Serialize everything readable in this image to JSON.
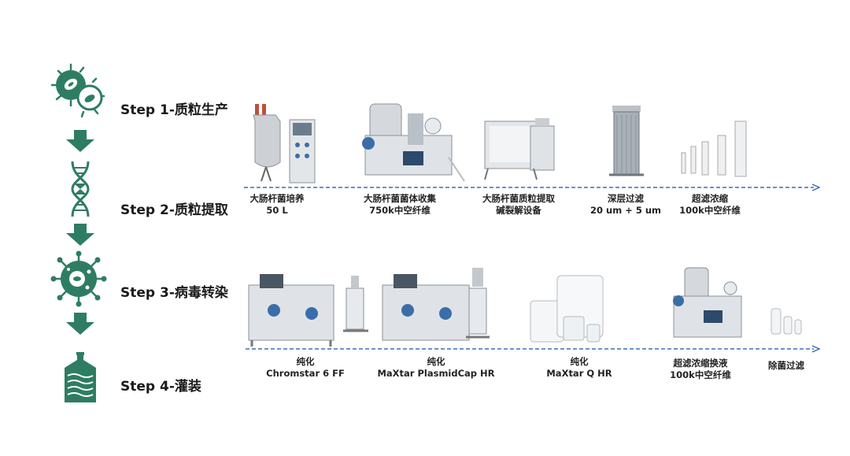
{
  "colors": {
    "teal": "#2e7d63",
    "line": "#3a6fb5",
    "steel": "#c9ccd0"
  },
  "steps": [
    {
      "label": "Step 1-质粒生产",
      "icon": "bacteria-icon"
    },
    {
      "label": "Step 2-质粒提取",
      "icon": "dna-icon"
    },
    {
      "label": "Step 3-病毒转染",
      "icon": "virus-icon"
    },
    {
      "label": "Step 4-灌装",
      "icon": "bottle-icon"
    }
  ],
  "row1": [
    {
      "line1": "大肠杆菌培养",
      "line2": "50 L"
    },
    {
      "line1": "大肠杆菌菌体收集",
      "line2": "750k中空纤维"
    },
    {
      "line1": "大肠杆菌质粒提取",
      "line2": "碱裂解设备"
    },
    {
      "line1": "深层过滤",
      "line2": "20 um + 5 um"
    },
    {
      "line1": "超滤浓缩",
      "line2": "100k中空纤维"
    }
  ],
  "row2": [
    {
      "line1": "纯化",
      "line2": "Chromstar 6 FF"
    },
    {
      "line1": "纯化",
      "line2": "MaXtar PlasmidCap HR"
    },
    {
      "line1": "纯化",
      "line2": "MaXtar Q HR"
    },
    {
      "line1": "超滤浓缩换液",
      "line2": "100k中空纤维"
    },
    {
      "line1": "除菌过滤",
      "line2": ""
    }
  ]
}
